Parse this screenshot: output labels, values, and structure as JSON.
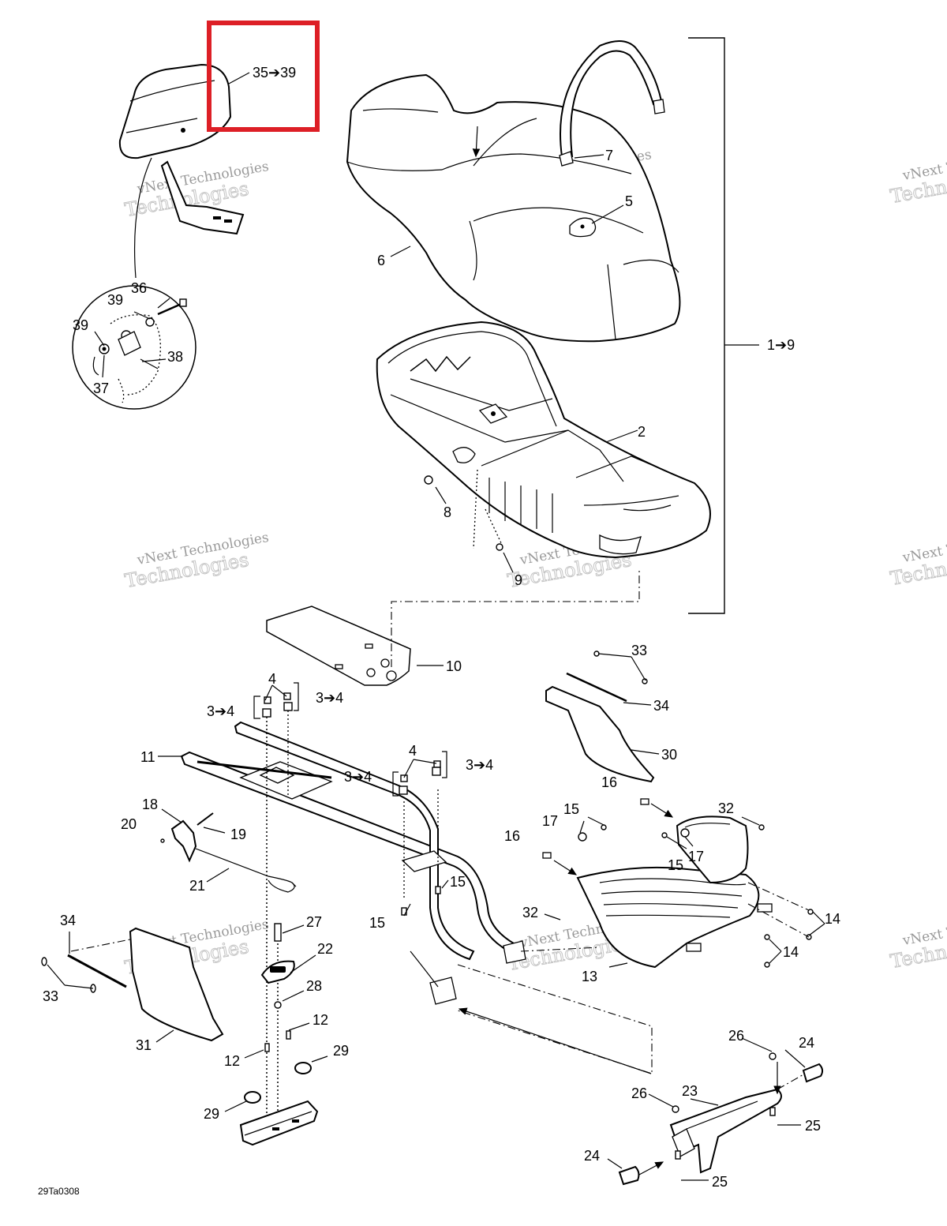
{
  "diagram_code": "29Ta0308",
  "highlight": {
    "color": "#dd1f26",
    "target": "callout 35➔39"
  },
  "watermark": {
    "line1": "vNext Technologies",
    "line2": "Technologies",
    "color": "#9a9a9a"
  },
  "callouts": [
    {
      "id": "c-35-39",
      "text": "35➔39"
    },
    {
      "id": "c-1-9",
      "text": "1➔9"
    },
    {
      "id": "c-36",
      "text": "36"
    },
    {
      "id": "c-39a",
      "text": "39"
    },
    {
      "id": "c-39b",
      "text": "39"
    },
    {
      "id": "c-38",
      "text": "38"
    },
    {
      "id": "c-37",
      "text": "37"
    },
    {
      "id": "c-7",
      "text": "7"
    },
    {
      "id": "c-5",
      "text": "5"
    },
    {
      "id": "c-6",
      "text": "6"
    },
    {
      "id": "c-2",
      "text": "2"
    },
    {
      "id": "c-8",
      "text": "8"
    },
    {
      "id": "c-9",
      "text": "9"
    },
    {
      "id": "c-10",
      "text": "10"
    },
    {
      "id": "c-33a",
      "text": "33"
    },
    {
      "id": "c-34a",
      "text": "34"
    },
    {
      "id": "c-30",
      "text": "30"
    },
    {
      "id": "c-4a",
      "text": "4"
    },
    {
      "id": "c-3-4a",
      "text": "3➔4"
    },
    {
      "id": "c-3-4b",
      "text": "3➔4"
    },
    {
      "id": "c-4b",
      "text": "4"
    },
    {
      "id": "c-3-4c",
      "text": "3➔4"
    },
    {
      "id": "c-3-4d",
      "text": "3➔4"
    },
    {
      "id": "c-11",
      "text": "11"
    },
    {
      "id": "c-18",
      "text": "18"
    },
    {
      "id": "c-20",
      "text": "20"
    },
    {
      "id": "c-19",
      "text": "19"
    },
    {
      "id": "c-21",
      "text": "21"
    },
    {
      "id": "c-16a",
      "text": "16"
    },
    {
      "id": "c-15a",
      "text": "15"
    },
    {
      "id": "c-17a",
      "text": "17"
    },
    {
      "id": "c-32a",
      "text": "32"
    },
    {
      "id": "c-16b",
      "text": "16"
    },
    {
      "id": "c-17b",
      "text": "17"
    },
    {
      "id": "c-15b",
      "text": "15"
    },
    {
      "id": "c-15c",
      "text": "15"
    },
    {
      "id": "c-15d",
      "text": "15"
    },
    {
      "id": "c-14a",
      "text": "14"
    },
    {
      "id": "c-14b",
      "text": "14"
    },
    {
      "id": "c-32b",
      "text": "32"
    },
    {
      "id": "c-13",
      "text": "13"
    },
    {
      "id": "c-27",
      "text": "27"
    },
    {
      "id": "c-22",
      "text": "22"
    },
    {
      "id": "c-28",
      "text": "28"
    },
    {
      "id": "c-12a",
      "text": "12"
    },
    {
      "id": "c-12b",
      "text": "12"
    },
    {
      "id": "c-34b",
      "text": "34"
    },
    {
      "id": "c-33b",
      "text": "33"
    },
    {
      "id": "c-31",
      "text": "31"
    },
    {
      "id": "c-29a",
      "text": "29"
    },
    {
      "id": "c-29b",
      "text": "29"
    },
    {
      "id": "c-26a",
      "text": "26"
    },
    {
      "id": "c-24a",
      "text": "24"
    },
    {
      "id": "c-26b",
      "text": "26"
    },
    {
      "id": "c-23",
      "text": "23"
    },
    {
      "id": "c-25a",
      "text": "25"
    },
    {
      "id": "c-24b",
      "text": "24"
    },
    {
      "id": "c-25b",
      "text": "25"
    }
  ]
}
